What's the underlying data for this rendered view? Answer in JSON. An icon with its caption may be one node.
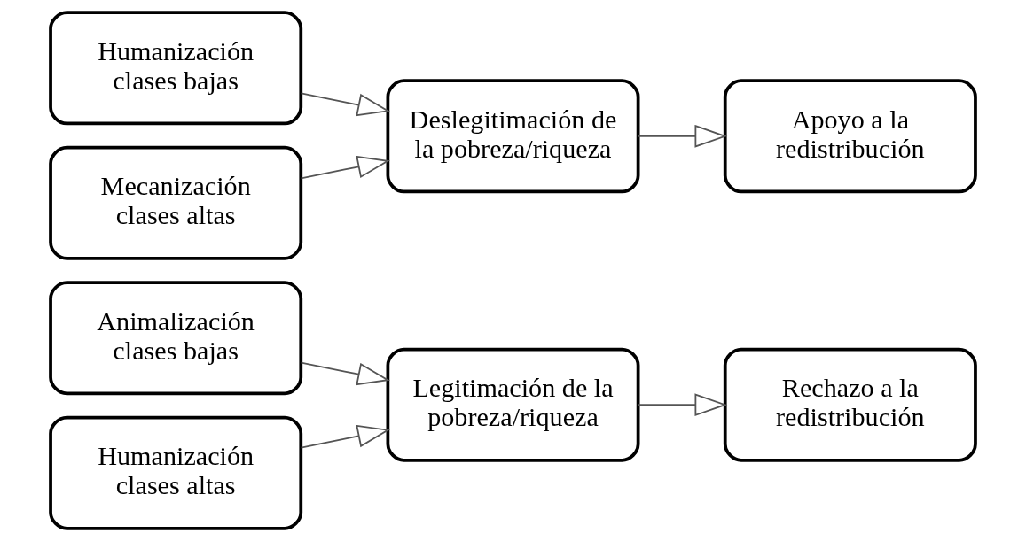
{
  "diagram": {
    "nodes": [
      {
        "text": [
          "Animalización clases bajas"
        ]
      },
      {
        "text": [
          "Humanización clases altas"
        ]
      },
      {
        "text": [
          "Legitimación de la pobreza/riqueza"
        ]
      },
      {
        "text": [
          "Rechazo a la redistribución"
        ]
      },
      {
        "text": [
          "Humanización clases bajas"
        ]
      },
      {
        "text": [
          "Mecanización clases altas"
        ]
      },
      {
        "text": [
          "Deslegitimación de la pobreza/riqueza"
        ]
      },
      {
        "text": [
          "Apoyo a la redistribución"
        ]
      }
    ],
    "edges": [
      {
        "from": 0,
        "to": 2,
        "arrow": "to"
      },
      {
        "from": 1,
        "to": 2,
        "arrow": "to"
      },
      {
        "from": 2,
        "to": 3,
        "arrow": "to"
      },
      {
        "from": 4,
        "to": 6,
        "arrow": "to"
      },
      {
        "from": 5,
        "to": 6,
        "arrow": "to"
      },
      {
        "from": 6,
        "to": 7,
        "arrow": "to"
      }
    ]
  }
}
